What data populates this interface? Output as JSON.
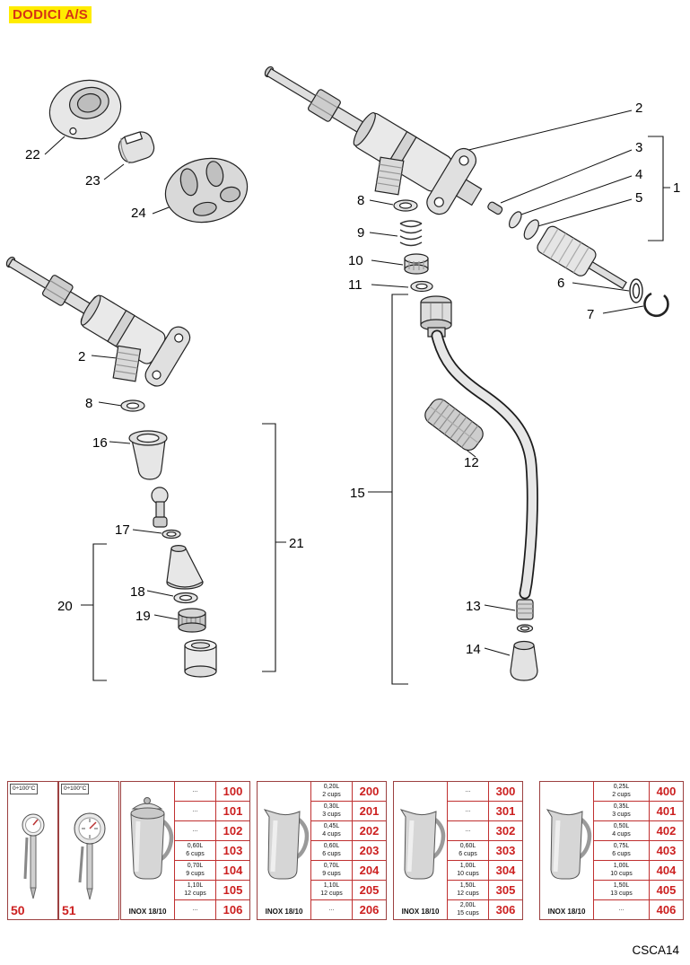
{
  "header": {
    "brand": "DODICI A/S"
  },
  "footer": {
    "page_code": "CSCA14"
  },
  "diagram": {
    "callouts": [
      {
        "label": "22"
      },
      {
        "label": "23"
      },
      {
        "label": "24"
      },
      {
        "label": "2"
      },
      {
        "label": "3"
      },
      {
        "label": "4"
      },
      {
        "label": "5"
      },
      {
        "label": "1"
      },
      {
        "label": "8"
      },
      {
        "label": "9"
      },
      {
        "label": "10"
      },
      {
        "label": "11"
      },
      {
        "label": "6"
      },
      {
        "label": "7"
      },
      {
        "label": "2"
      },
      {
        "label": "8"
      },
      {
        "label": "16"
      },
      {
        "label": "17"
      },
      {
        "label": "18"
      },
      {
        "label": "19"
      },
      {
        "label": "20"
      },
      {
        "label": "21"
      },
      {
        "label": "15"
      },
      {
        "label": "12"
      },
      {
        "label": "13"
      },
      {
        "label": "14"
      }
    ]
  },
  "catalog": {
    "thermometers": [
      {
        "range": "0÷100°C",
        "part_number": "50"
      },
      {
        "range": "0÷100°C",
        "part_number": "51"
      }
    ],
    "pitchers": [
      {
        "material": "INOX 18/10",
        "rows": [
          {
            "capacity": "...",
            "part_number": "100"
          },
          {
            "capacity": "...",
            "part_number": "101"
          },
          {
            "capacity": "...",
            "part_number": "102"
          },
          {
            "capacity": "0,60L\n6 cups",
            "part_number": "103"
          },
          {
            "capacity": "0,70L\n9 cups",
            "part_number": "104"
          },
          {
            "capacity": "1,10L\n12 cups",
            "part_number": "105"
          },
          {
            "capacity": "...",
            "part_number": "106"
          }
        ]
      },
      {
        "material": "INOX 18/10",
        "rows": [
          {
            "capacity": "0,20L\n2 cups",
            "part_number": "200"
          },
          {
            "capacity": "0,30L\n3 cups",
            "part_number": "201"
          },
          {
            "capacity": "0,45L\n4 cups",
            "part_number": "202"
          },
          {
            "capacity": "0,60L\n6 cups",
            "part_number": "203"
          },
          {
            "capacity": "0,70L\n9 cups",
            "part_number": "204"
          },
          {
            "capacity": "1,10L\n12 cups",
            "part_number": "205"
          },
          {
            "capacity": "...",
            "part_number": "206"
          }
        ]
      },
      {
        "material": "INOX 18/10",
        "rows": [
          {
            "capacity": "...",
            "part_number": "300"
          },
          {
            "capacity": "...",
            "part_number": "301"
          },
          {
            "capacity": "...",
            "part_number": "302"
          },
          {
            "capacity": "0,60L\n6 cups",
            "part_number": "303"
          },
          {
            "capacity": "1,00L\n10 cups",
            "part_number": "304"
          },
          {
            "capacity": "1,50L\n12 cups",
            "part_number": "305"
          },
          {
            "capacity": "2,00L\n15 cups",
            "part_number": "306"
          }
        ]
      },
      {
        "material": "INOX 18/10",
        "rows": [
          {
            "capacity": "0,25L\n2 cups",
            "part_number": "400"
          },
          {
            "capacity": "0,35L\n3 cups",
            "part_number": "401"
          },
          {
            "capacity": "0,50L\n4 cups",
            "part_number": "402"
          },
          {
            "capacity": "0,75L\n6 cups",
            "part_number": "403"
          },
          {
            "capacity": "1,00L\n10 cups",
            "part_number": "404"
          },
          {
            "capacity": "1,50L\n13 cups",
            "part_number": "405"
          },
          {
            "capacity": "...",
            "part_number": "406"
          }
        ]
      }
    ]
  }
}
